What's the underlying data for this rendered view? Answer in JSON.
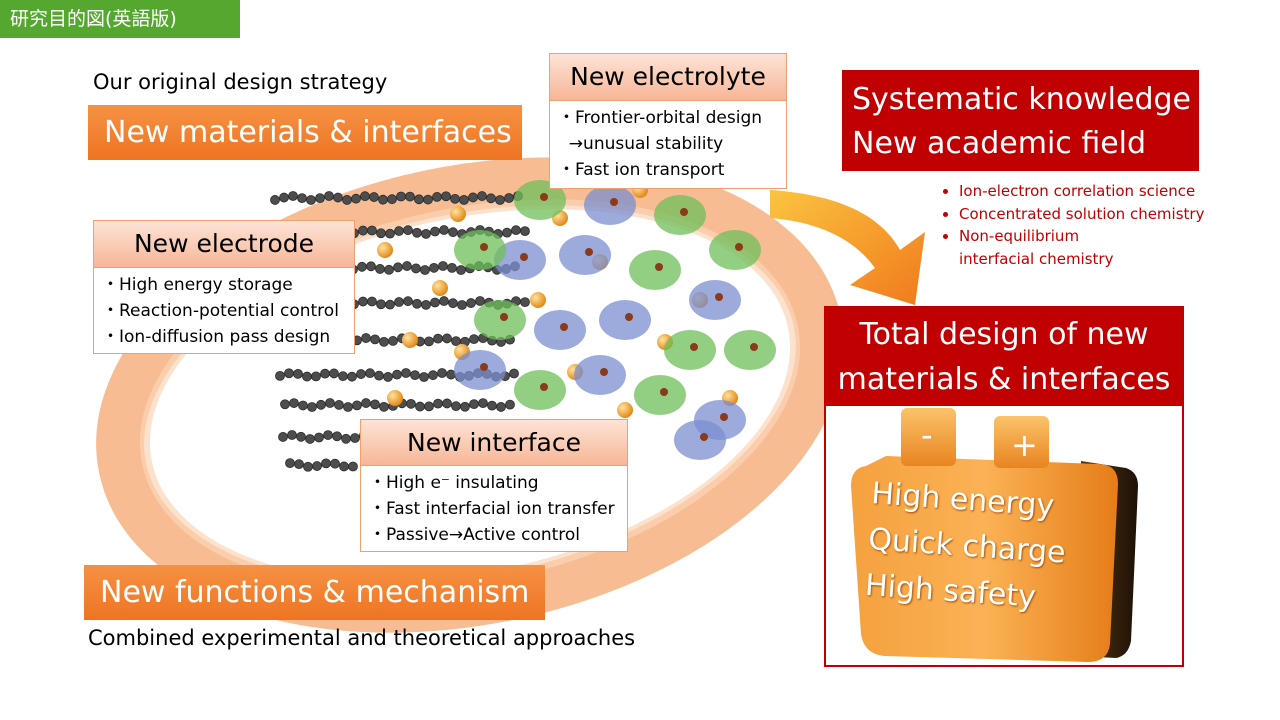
{
  "header_tag": "研究目的図(英語版)",
  "strategy_label": "Our original design strategy",
  "banner_top": "New materials & interfaces",
  "banner_bottom": "New functions & mechanism",
  "approach_label": "Combined experimental and theoretical approaches",
  "electrolyte": {
    "title": "New electrolyte",
    "items": [
      "・Frontier-orbital design",
      "  →unusual stability",
      "・Fast ion transport"
    ]
  },
  "electrode": {
    "title": "New electrode",
    "items": [
      "・High energy storage",
      "・Reaction-potential control",
      "・Ion-diffusion pass design"
    ]
  },
  "interface": {
    "title": "New interface",
    "items": [
      "・High e⁻ insulating",
      "・Fast interfacial ion transfer",
      "・Passive→Active control"
    ]
  },
  "knowledge": {
    "line1": "Systematic knowledge",
    "line2": "New academic field",
    "bullets": [
      "Ion-electron correlation science",
      "Concentrated solution chemistry",
      "Non-equilibrium interfacial chemistry"
    ]
  },
  "total": {
    "line1": "Total design of new",
    "line2": "materials & interfaces"
  },
  "battery": {
    "minus": "-",
    "plus": "+",
    "line1": "High energy",
    "line2": "Quick charge",
    "line3": "High safety"
  },
  "colors": {
    "green_tag": "#55a82f",
    "orange": "#ee7422",
    "red": "#c00000",
    "box_border": "#f0a070"
  }
}
